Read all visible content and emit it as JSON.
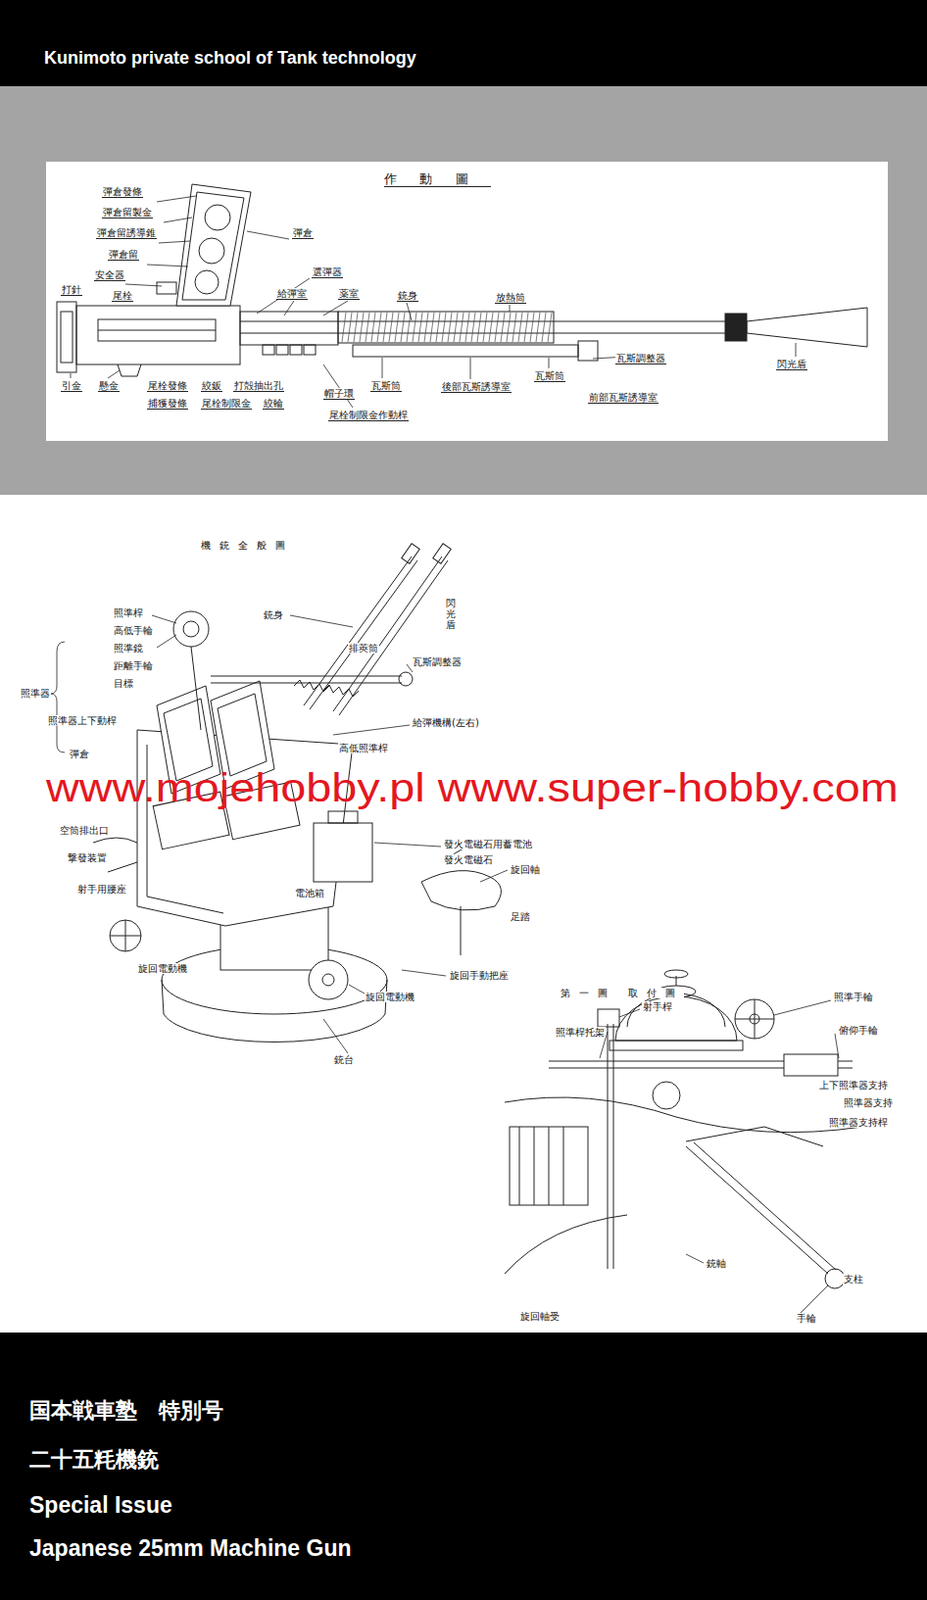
{
  "diagram": {
    "labels": [
      "Kunimoto private school of Tank technology",
      "作動圖",
      "彈倉發條",
      "彈倉留製金",
      "彈倉留誘導錐",
      "彈倉留",
      "安全器",
      "打針",
      "尾栓",
      "彈倉",
      "選彈器",
      "給彈室",
      "薬室",
      "銃身",
      "放熱筒",
      "閃光盾",
      "瓦斯調整器",
      "瓦斯筒",
      "前部瓦斯誘導室",
      "後部瓦斯誘導室",
      "瓦斯筒",
      "帽子環",
      "打殻抽出孔",
      "絞鈑",
      "尾栓發條",
      "懸金",
      "引金",
      "捕獲發條",
      "尾栓制限金",
      "絞輪",
      "尾栓制限金作動桿",
      "機銃全般圖",
      "照準器",
      "照準桿",
      "高低手輪",
      "照準鏡",
      "距離手輪",
      "目標",
      "照準器上下動桿",
      "彈倉",
      "空筒排出口",
      "撃發装置",
      "射手用腰座",
      "旋回電動機",
      "銃身",
      "閃光盾",
      "排莢筒",
      "瓦斯調整器",
      "給彈機構(左右)",
      "高低照準桿",
      "發火電磁石用蓄電池",
      "發火電磁石",
      "旋回軸",
      "電池箱",
      "足踏",
      "旋回手動把座",
      "旋回電動機",
      "銃台",
      "第一圖 取付圖",
      "照準手輪",
      "俯仰手輪",
      "上下照準器支持",
      "照準器支持",
      "照準器支持桿",
      "射手桿",
      "照準桿托架",
      "銃軸",
      "旋回軸受",
      "手輪",
      "支柱",
      "国本戦車塾　特別号",
      "二十五粍機銃",
      "Special Issue",
      "Japanese 25mm Machine Gun",
      "www.mojehobby.pl www.super-hobby.com"
    ]
  }
}
